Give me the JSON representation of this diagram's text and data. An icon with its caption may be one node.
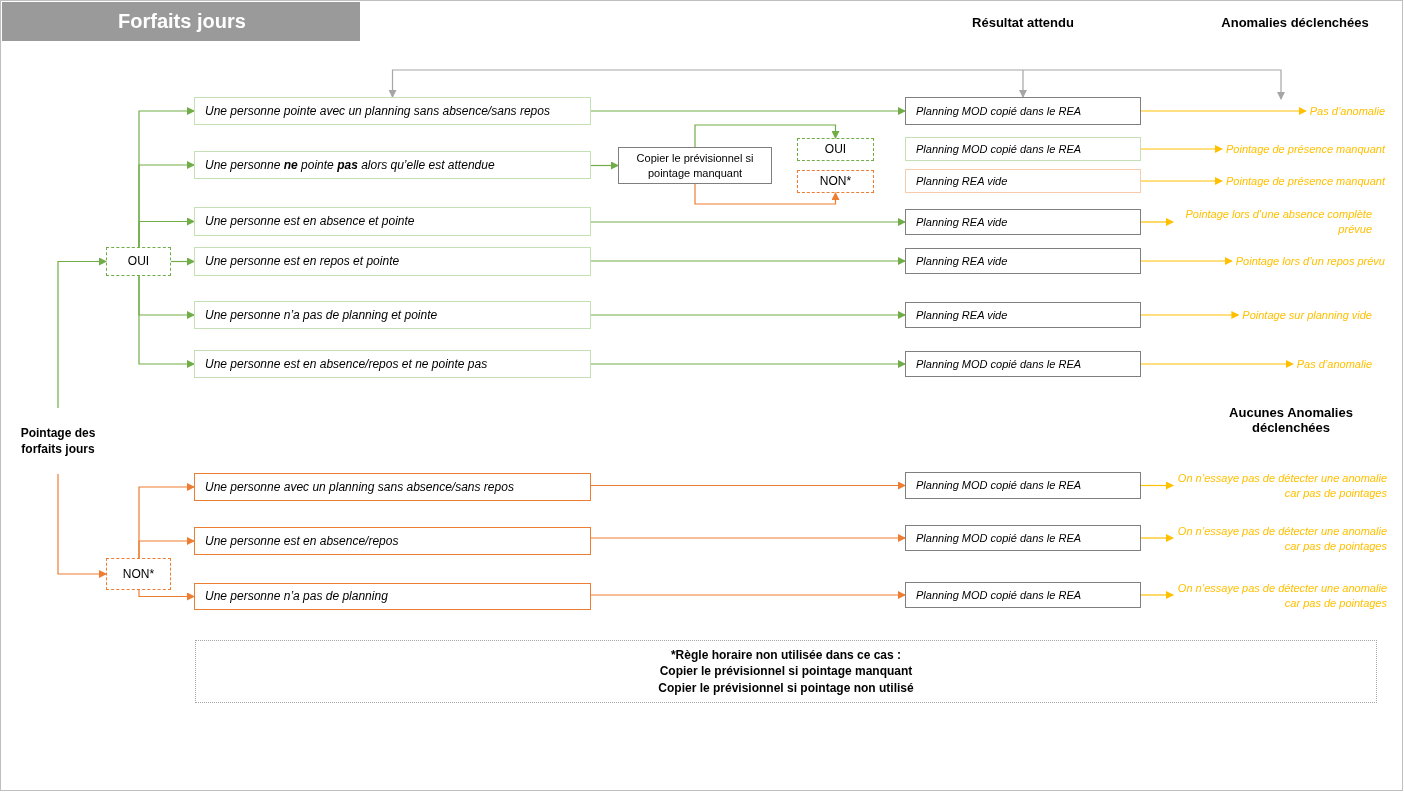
{
  "diagram": {
    "title": "Forfaits jours",
    "nodes": [
      {
        "text": [
          "Pointage des forfaits jours"
        ]
      },
      {
        "text": [
          "OUI"
        ]
      },
      {
        "text": [
          "NON*"
        ]
      },
      {
        "text": [
          "Une personne pointe avec un planning sans absence/sans repos"
        ]
      },
      {
        "text": [
          "Une personne **ne** pointe **pas** alors qu’elle est attendue"
        ]
      },
      {
        "text": [
          "Une personne est en absence et pointe"
        ]
      },
      {
        "text": [
          "Une personne est en repos et pointe"
        ]
      },
      {
        "text": [
          "Une personne n’a pas de planning et pointe"
        ]
      },
      {
        "text": [
          "Une personne est en absence/repos et ne pointe pas"
        ]
      },
      {
        "text": [
          "Copier le prévisionnel si pointage manquant"
        ]
      },
      {
        "text": [
          "OUI"
        ]
      },
      {
        "text": [
          "NON*"
        ]
      },
      {
        "text": [
          "Planning MOD copié dans le REA"
        ]
      },
      {
        "text": [
          "Planning MOD copié dans le REA"
        ]
      },
      {
        "text": [
          "Planning REA vide"
        ]
      },
      {
        "text": [
          "Planning REA vide"
        ]
      },
      {
        "text": [
          "Planning REA vide"
        ]
      },
      {
        "text": [
          "Planning REA vide"
        ]
      },
      {
        "text": [
          "Planning MOD copié dans le REA"
        ]
      },
      {
        "text": [
          "Pas d’anomalie"
        ]
      },
      {
        "text": [
          "Pointage de présence manquant"
        ]
      },
      {
        "text": [
          "Pointage de présence manquant"
        ]
      },
      {
        "text": [
          "Pointage lors d’une absence complète prévue"
        ]
      },
      {
        "text": [
          "Pointage lors d’un repos prévu"
        ]
      },
      {
        "text": [
          "Pointage sur planning vide"
        ]
      },
      {
        "text": [
          "Pas d’anomalie"
        ]
      },
      {
        "text": [
          "Une personne avec un planning sans absence/sans repos"
        ]
      },
      {
        "text": [
          "Une personne est en absence/repos"
        ]
      },
      {
        "text": [
          "Une personne n’a pas de planning"
        ]
      },
      {
        "text": [
          "Planning MOD copié dans le REA"
        ]
      },
      {
        "text": [
          "Planning MOD copié dans le REA"
        ]
      },
      {
        "text": [
          "Planning MOD copié dans le REA"
        ]
      },
      {
        "text": [
          "On n’essaye pas de détecter une anomalie car pas de pointages"
        ]
      },
      {
        "text": [
          "On n’essaye pas de détecter une anomalie car pas de pointages"
        ]
      },
      {
        "text": [
          "On n’essaye pas de détecter une anomalie car pas de pointages"
        ]
      },
      {
        "text": [
          "*Règle horaire non utilisée dans ce cas :",
          "Copier le prévisionnel si pointage manquant",
          "Copier le prévisionnel si pointage non utilisé"
        ]
      }
    ],
    "edges": [
      {
        "from": 0,
        "to": 1,
        "arrow": "to"
      },
      {
        "from": 0,
        "to": 2,
        "arrow": "to",
        "color": "#ed7d31"
      },
      {
        "from": 1,
        "to": 3,
        "arrow": "to"
      },
      {
        "from": 1,
        "to": 4,
        "arrow": "to"
      },
      {
        "from": 1,
        "to": 5,
        "arrow": "to"
      },
      {
        "from": 1,
        "to": 6,
        "arrow": "to"
      },
      {
        "from": 1,
        "to": 7,
        "arrow": "to"
      },
      {
        "from": 1,
        "to": 8,
        "arrow": "to"
      },
      {
        "from": 4,
        "to": 9,
        "arrow": "to"
      },
      {
        "from": 9,
        "to": 10,
        "arrow": "to"
      },
      {
        "from": 9,
        "to": 11,
        "arrow": "to",
        "color": "#ed7d31"
      },
      {
        "from": 3,
        "to": 12,
        "arrow": "to"
      },
      {
        "from": 5,
        "to": 15,
        "arrow": "to"
      },
      {
        "from": 6,
        "to": 16,
        "arrow": "to"
      },
      {
        "from": 7,
        "to": 17,
        "arrow": "to"
      },
      {
        "from": 8,
        "to": 18,
        "arrow": "to"
      },
      {
        "from": 12,
        "to": 19,
        "arrow": "to",
        "color": "#ffc000"
      },
      {
        "from": 13,
        "to": 20,
        "arrow": "to",
        "color": "#ffc000"
      },
      {
        "from": 14,
        "to": 21,
        "arrow": "to",
        "color": "#ffc000"
      },
      {
        "from": 15,
        "to": 22,
        "arrow": "to",
        "color": "#ffc000"
      },
      {
        "from": 16,
        "to": 23,
        "arrow": "to",
        "color": "#ffc000"
      },
      {
        "from": 17,
        "to": 24,
        "arrow": "to",
        "color": "#ffc000"
      },
      {
        "from": 18,
        "to": 25,
        "arrow": "to",
        "color": "#ffc000"
      },
      {
        "from": 2,
        "to": 26,
        "arrow": "to",
        "color": "#ed7d31"
      },
      {
        "from": 2,
        "to": 27,
        "arrow": "to",
        "color": "#ed7d31"
      },
      {
        "from": 2,
        "to": 28,
        "arrow": "to",
        "color": "#ed7d31"
      },
      {
        "from": 26,
        "to": 29,
        "arrow": "to",
        "color": "#ed7d31"
      },
      {
        "from": 27,
        "to": 30,
        "arrow": "to",
        "color": "#ed7d31"
      },
      {
        "from": 28,
        "to": 31,
        "arrow": "to",
        "color": "#ed7d31"
      },
      {
        "from": 29,
        "to": 32,
        "arrow": "to",
        "color": "#ffc000"
      },
      {
        "from": 30,
        "to": 33,
        "arrow": "to",
        "color": "#ffc000"
      },
      {
        "from": 31,
        "to": 34,
        "arrow": "to",
        "color": "#ffc000"
      },
      {
        "from": null,
        "to": 3,
        "arrow": "to",
        "color": "#a6a6a6"
      },
      {
        "from": null,
        "to": 12,
        "arrow": "to",
        "color": "#a6a6a6"
      },
      {
        "from": null,
        "to": 19,
        "arrow": "to",
        "color": "#a6a6a6"
      }
    ],
    "labels": [
      "Résultat attendu",
      "Anomalies déclenchées",
      "Aucunes Anomalies déclenchées"
    ]
  }
}
